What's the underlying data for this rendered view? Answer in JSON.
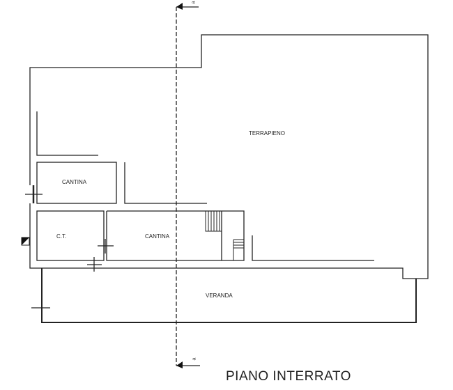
{
  "rooms": {
    "terrapieno": "TERRAPIENO",
    "cantina_upper": "CANTINA",
    "ct": "C.T.",
    "cantina_lower": "CANTINA",
    "veranda": "VERANDA"
  },
  "section_marker": {
    "top": "a",
    "bottom": "a"
  },
  "title": "PIANO INTERRATO",
  "colors": {
    "line": "#222222",
    "background": "#ffffff"
  }
}
